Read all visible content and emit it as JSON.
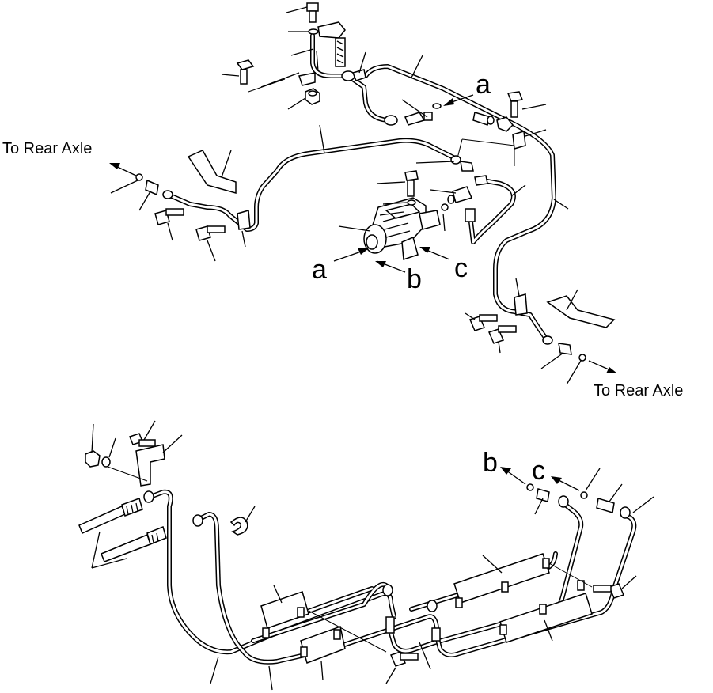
{
  "labels": {
    "to_rear_axle_left": "To Rear Axle",
    "to_rear_axle_right": "To Rear Axle",
    "callout_a_top": "a",
    "callout_a_valve": "a",
    "callout_b_valve": "b",
    "callout_c_valve": "c",
    "callout_b_bottom": "b",
    "callout_c_bottom": "c"
  }
}
